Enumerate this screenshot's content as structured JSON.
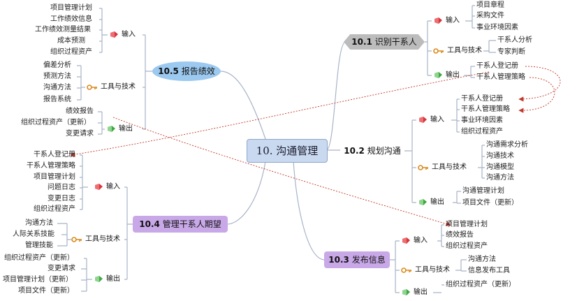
{
  "central": "10. 沟通管理",
  "branches": {
    "b101": {
      "num": "10.1",
      "label": "识别干系人"
    },
    "b102": {
      "num": "10.2",
      "label": "规划沟通"
    },
    "b103": {
      "num": "10.3",
      "label": "发布信息"
    },
    "b104": {
      "num": "10.4",
      "label": "管理干系人期望"
    },
    "b105": {
      "num": "10.5",
      "label": "报告绩效"
    }
  },
  "categories": {
    "input": "输入",
    "tools": "工具与技术",
    "output": "输出"
  },
  "p101": {
    "inputs": [
      "项目章程",
      "采购文件",
      "事业环境因素"
    ],
    "tools": [
      "干系人分析",
      "专家判断"
    ],
    "outputs": [
      "干系人登记册",
      "干系人管理策略"
    ]
  },
  "p102": {
    "inputs": [
      "干系人登记册",
      "干系人管理策略",
      "事业环境因素",
      "组织过程资产"
    ],
    "tools": [
      "沟通需求分析",
      "沟通技术",
      "沟通模型",
      "沟通方法"
    ],
    "outputs": [
      "沟通管理计划",
      "项目文件（更新）"
    ]
  },
  "p103": {
    "inputs": [
      "项目管理计划",
      "绩效报告",
      "组织过程资产"
    ],
    "tools": [
      "沟通方法",
      "信息发布工具"
    ],
    "outputs": [
      "组织过程资产（更新）"
    ]
  },
  "p104": {
    "inputs": [
      "干系人登记册",
      "干系人管理策略",
      "项目管理计划",
      "问题日志",
      "变更日志",
      "组织过程资产"
    ],
    "tools": [
      "沟通方法",
      "人际关系技能",
      "管理技能"
    ],
    "outputs": [
      "组织过程资产（更新）",
      "变更请求",
      "项目管理计划（更新）",
      "项目文件（更新）"
    ]
  },
  "p105": {
    "inputs": [
      "项目管理计划",
      "工作绩效信息",
      "工作绩效测量结果",
      "成本预测",
      "组织过程资产"
    ],
    "tools": [
      "偏差分析",
      "预测方法",
      "沟通方法",
      "报告系统"
    ],
    "outputs": [
      "绩效报告",
      "组织过程资产（更新）",
      "变更请求"
    ]
  }
}
